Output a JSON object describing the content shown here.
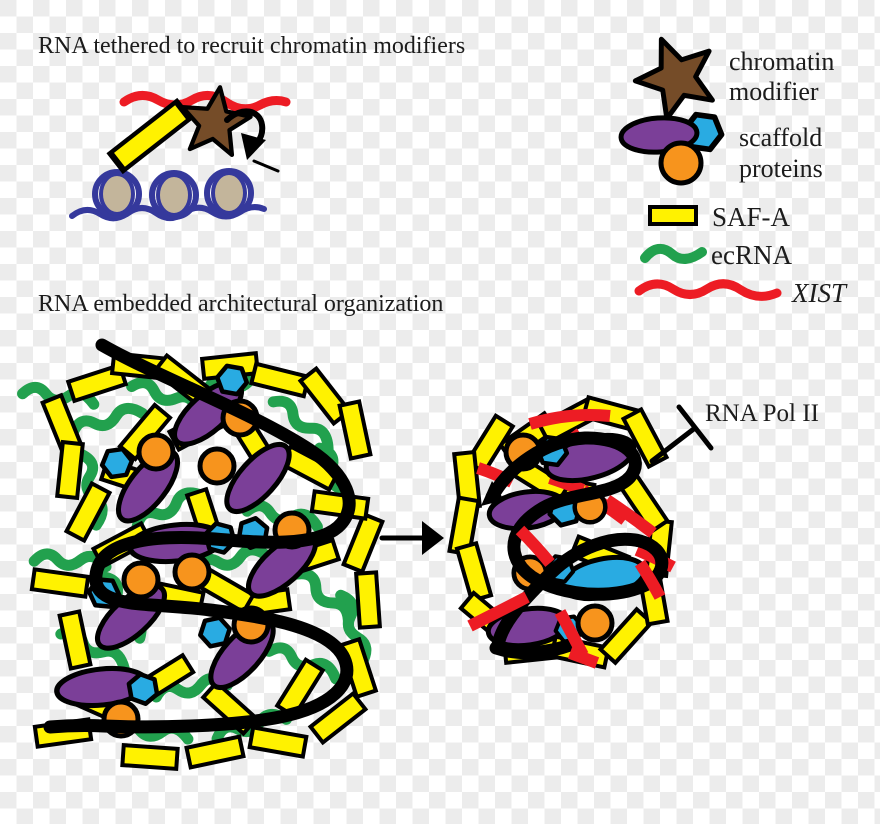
{
  "titles": {
    "panel1": "RNA tethered to recruit chromatin modifiers",
    "panel2": "RNA embedded architectural organization"
  },
  "legend": {
    "chromatin_modifier": "chromatin\nmodifier",
    "scaffold_proteins": "scaffold\nproteins",
    "saf_a": "SAF-A",
    "ecrna": "ecRNA",
    "xist": "XIST"
  },
  "annotations": {
    "rna_pol_ii": "RNA Pol II"
  },
  "colors": {
    "background_check": "#ececec",
    "ink": "#000000",
    "text": "#1c1c1c",
    "xist_red": "#ed1c24",
    "safa_yellow": "#fff200",
    "ecrna_green": "#22a14e",
    "scaffold_purple": "#7b3f98",
    "scaffold_orange": "#f7941d",
    "scaffold_blue": "#29abe2",
    "chromatin_brown": "#754c28",
    "dna_navy": "#35399c",
    "nucleosome_tan": "#c3b59b"
  }
}
